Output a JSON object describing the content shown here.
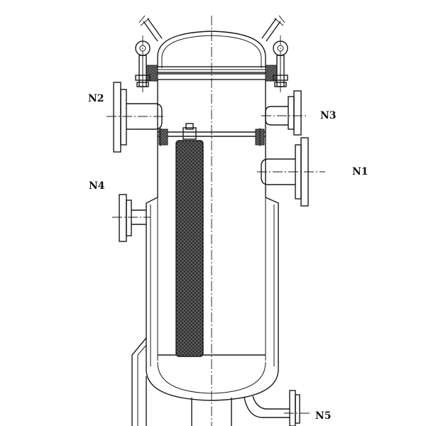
{
  "nozzles": [
    {
      "id": "n1",
      "label": "N1"
    },
    {
      "id": "n2",
      "label": "N2"
    },
    {
      "id": "n3",
      "label": "N3"
    },
    {
      "id": "n4",
      "label": "N4"
    },
    {
      "id": "n5",
      "label": "N5"
    }
  ],
  "colors": {
    "line": "#1a1a1a",
    "element_fill": "#3a3a3a",
    "gasket_fill": "#555555",
    "background": "#ffffff"
  },
  "components": {
    "vessel": "filter-housing",
    "element": "cartridge-filter-element"
  }
}
